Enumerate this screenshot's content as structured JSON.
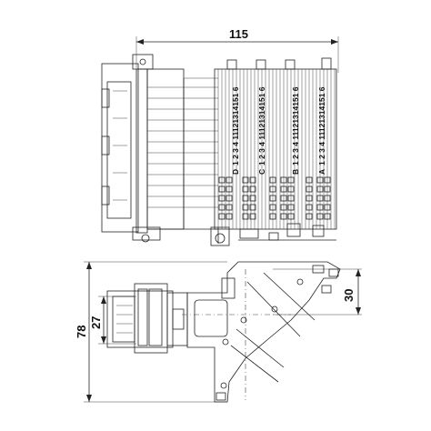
{
  "dimensions": {
    "width_top": "115",
    "height_total": "78",
    "height_inner": "27",
    "height_right": "30"
  },
  "terminal_blocks": [
    {
      "letter": "D",
      "numbers": "1 2 3 4 11121314151 6"
    },
    {
      "letter": "C",
      "numbers": "1 2 3 4 11121314151 6"
    },
    {
      "letter": "B",
      "numbers": "1 2 3 4 11121314151 6"
    },
    {
      "letter": "A",
      "numbers": "1 2 3 4 11121314151 6"
    }
  ]
}
